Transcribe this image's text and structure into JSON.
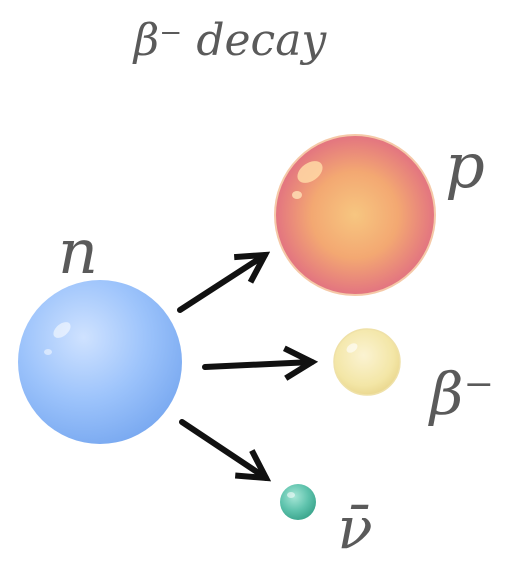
{
  "title": "β⁻ decay",
  "particles": {
    "neutron": {
      "label": "n",
      "color": "#8fb8f5"
    },
    "proton": {
      "label": "p",
      "color": "#e9787d"
    },
    "beta": {
      "label": "β⁻",
      "color": "#f2e4a2"
    },
    "antineutrino": {
      "label": "ν̄",
      "color": "#5fc3ad"
    }
  }
}
